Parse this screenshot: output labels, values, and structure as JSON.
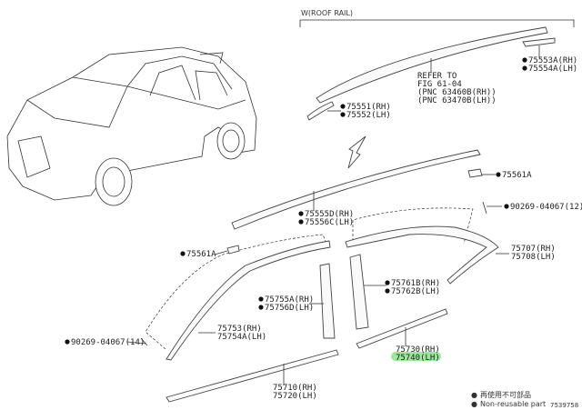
{
  "header": {
    "roof_rail_group": "W(ROOF RAIL)"
  },
  "reference": {
    "line1": "REFER TO",
    "line2": "FIG 61-04",
    "line3": "(PNC 63460B(RH))",
    "line4": "(PNC 63470B(LH))"
  },
  "parts": {
    "p75553A": "75553A(RH)",
    "p75554A": "75554A(LH)",
    "p75551": "75551(RH)",
    "p75552": "75552(LH)",
    "p75561A_r": "75561A",
    "p75555D": "75555D(RH)",
    "p75556C": "75556C(LH)",
    "p90269_12": "90269-04067(12)",
    "p75561A_l": "75561A",
    "p75707": "75707(RH)",
    "p75708": "75708(LH)",
    "p75761B": "75761B(RH)",
    "p75762B": "75762B(LH)",
    "p75755A": "75755A(RH)",
    "p75756D": "75756D(LH)",
    "p75753": "75753(RH)",
    "p75754A": "75754A(LH)",
    "p90269_14": "90269-04067(14)",
    "p75730": "75730(RH)",
    "p75740": "75740(LH)",
    "p75710": "75710(RH)",
    "p75720": "75720(LH)"
  },
  "highlight": {
    "part": "75740(LH)",
    "color": "#9be89b"
  },
  "legend": {
    "marker": "●",
    "japanese": "再使用不可部品",
    "english": "Non-reusable part"
  },
  "figure_code": "7539758"
}
